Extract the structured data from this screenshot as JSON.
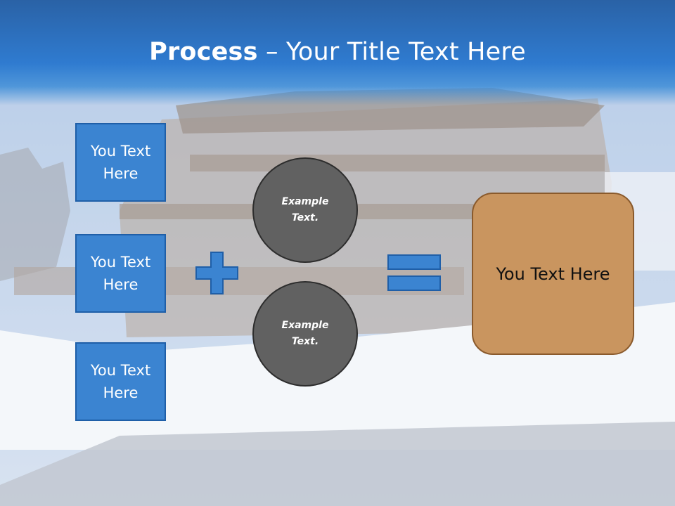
{
  "slide": {
    "title_bold": "Process",
    "title_separator": " – ",
    "title_rest": "Your Title Text Here"
  },
  "boxes": [
    {
      "label": "You Text Here"
    },
    {
      "label": "You Text Here"
    },
    {
      "label": "You Text Here"
    }
  ],
  "circles": [
    {
      "label": "Example Text."
    },
    {
      "label": "Example Text."
    }
  ],
  "operators": {
    "plus_icon": "plus-icon",
    "equals_icon": "equals-icon"
  },
  "result": {
    "label": "You Text Here"
  },
  "colors": {
    "title_band": "#2f7bd0",
    "box_fill": "#3b84d1",
    "circle_fill": "#616161",
    "result_fill": "#c9955f"
  }
}
